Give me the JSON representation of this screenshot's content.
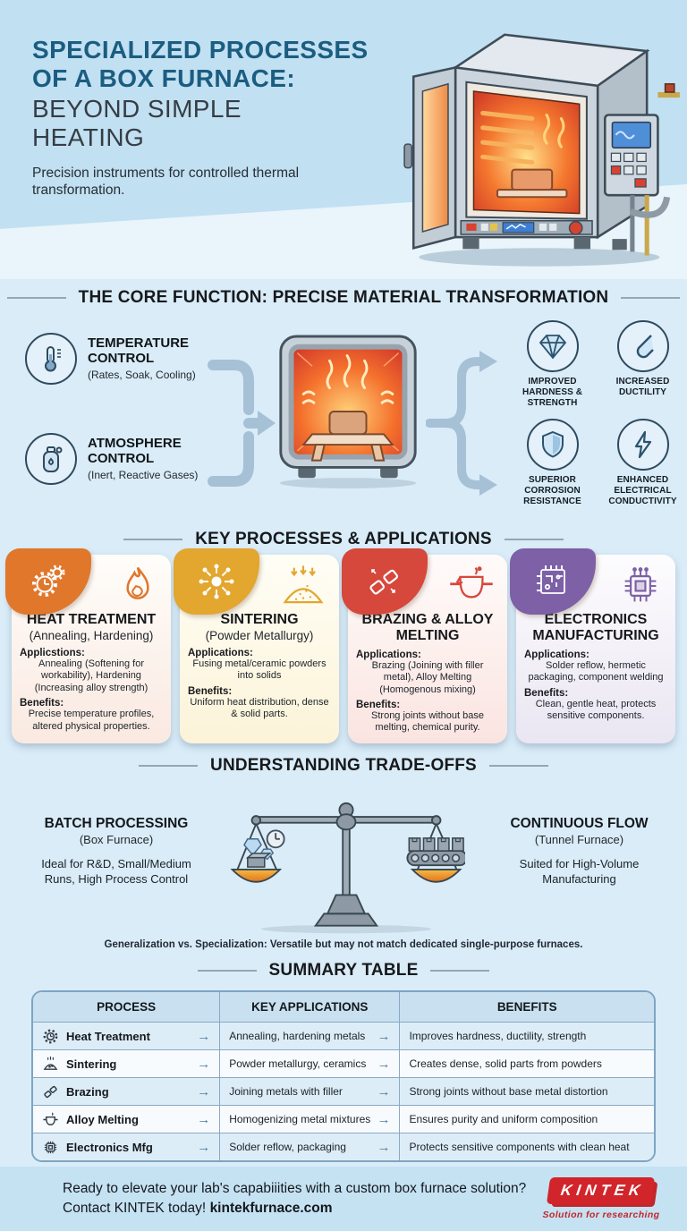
{
  "colors": {
    "teal": "#1B5D80",
    "body_bg": "#D9ECF8",
    "header_bg": "#C1E0F2",
    "footer_bg": "#C5E2F3",
    "logo_red": "#D1252B",
    "arrow_blue": "#A6C1D6",
    "card_accents": [
      "#E0772B",
      "#E3A62E",
      "#D6483C",
      "#7D60A6"
    ]
  },
  "header": {
    "title_accent": "SPECIALIZED PROCESSES OF A BOX FURNACE:",
    "title_plain": "BEYOND SIMPLE HEATING",
    "tagline": "Precision instruments for controlled thermal transformation."
  },
  "core": {
    "section_title": "THE CORE FUNCTION: PRECISE MATERIAL TRANSFORMATION",
    "inputs": [
      {
        "icon": "thermometer-icon",
        "title": "TEMPERATURE CONTROL",
        "note": "(Rates, Soak, Cooling)"
      },
      {
        "icon": "gas-cylinder-icon",
        "title": "ATMOSPHERE CONTROL",
        "note": "(Inert, Reactive Gases)"
      }
    ],
    "outputs": [
      {
        "icon": "diamond-icon",
        "label": "IMPROVED HARDNESS & STRENGTH"
      },
      {
        "icon": "ductility-icon",
        "label": "INCREASED DUCTILITY"
      },
      {
        "icon": "shield-icon",
        "label": "SUPERIOR CORROSION RESISTANCE"
      },
      {
        "icon": "lightning-icon",
        "label": "ENHANCED ELECTRICAL CONDUCTIVITY"
      }
    ]
  },
  "processes": {
    "section_title": "KEY PROCESSES & APPLICATIONS",
    "cards": [
      {
        "title": "HEAT TREATMENT",
        "subtitle": "(Annealing, Hardening)",
        "applications_label": "Applicstions:",
        "applications": "Annealing (Softening for workability), Hardening (Increasing alloy strength)",
        "benefits_label": "Benefits:",
        "benefits": "Precise temperature profiles, altered physical properties.",
        "accent": "#E0772B"
      },
      {
        "title": "SINTERING",
        "subtitle": "(Powder Metallurgy)",
        "applications_label": "Applications:",
        "applications": "Fusing metal/ceramic powders into solids",
        "benefits_label": "Benefits:",
        "benefits": "Uniform heat distribution, dense & solid parts.",
        "accent": "#E3A62E"
      },
      {
        "title": "BRAZING & ALLOY MELTING",
        "subtitle": "",
        "applications_label": "Applications:",
        "applications": "Brazing (Joining with filler metal), Alloy Melting (Homogenous mixing)",
        "benefits_label": "Benefits:",
        "benefits": "Strong joints without base melting, chemical purity.",
        "accent": "#D6483C"
      },
      {
        "title": "ELECTRONICS MANUFACTURING",
        "subtitle": "",
        "applications_label": "Applications:",
        "applications": "Solder reflow, hermetic packaging, component welding",
        "benefits_label": "Benefits:",
        "benefits": "Clean, gentle heat, protects sensitive components.",
        "accent": "#7D60A6"
      }
    ]
  },
  "tradeoffs": {
    "section_title": "UNDERSTANDING TRADE-OFFS",
    "left": {
      "title": "BATCH PROCESSING",
      "note": "(Box Furnace)",
      "desc": "Ideal for R&D, Small/Medium Runs, High Process Control"
    },
    "right": {
      "title": "CONTINUOUS FLOW",
      "note": "(Tunnel Furnace)",
      "desc": "Suited for High-Volume Manufacturing"
    },
    "caption": "Generalization vs. Specialization: Versatile but may not match dedicated single-purpose furnaces."
  },
  "summary": {
    "section_title": "SUMMARY TABLE",
    "arrow": "→",
    "headers": [
      "PROCESS",
      "KEY APPLICATIONS",
      "BENEFITS"
    ],
    "rows": [
      {
        "icon": "gear-icon",
        "process": "Heat Treatment",
        "applications": "Annealing, hardening metals",
        "benefits": "Improves hardness, ductility, strength"
      },
      {
        "icon": "sinter-pile-icon",
        "process": "Sintering",
        "applications": "Powder metallurgy, ceramics",
        "benefits": "Creates dense, solid parts from powders"
      },
      {
        "icon": "brazing-rod-icon",
        "process": "Brazing",
        "applications": "Joining metals with filler",
        "benefits": "Strong joints without base metal distortion"
      },
      {
        "icon": "crucible-icon",
        "process": "Alloy Melting",
        "applications": "Homogenizing metal mixtures",
        "benefits": "Ensures purity and uniform composition"
      },
      {
        "icon": "chip-icon",
        "process": "Electronics Mfg",
        "applications": "Solder reflow, packaging",
        "benefits": "Protects sensitive components with clean heat"
      }
    ]
  },
  "footer": {
    "line1": "Ready to elevate your lab's capabiiities with a custom box furnace solution?",
    "line2": "Contact KINTEK today!",
    "link": "kintekfurnace.com",
    "logo_text": "KINTEK",
    "logo_tagline": "Solution for researching"
  }
}
